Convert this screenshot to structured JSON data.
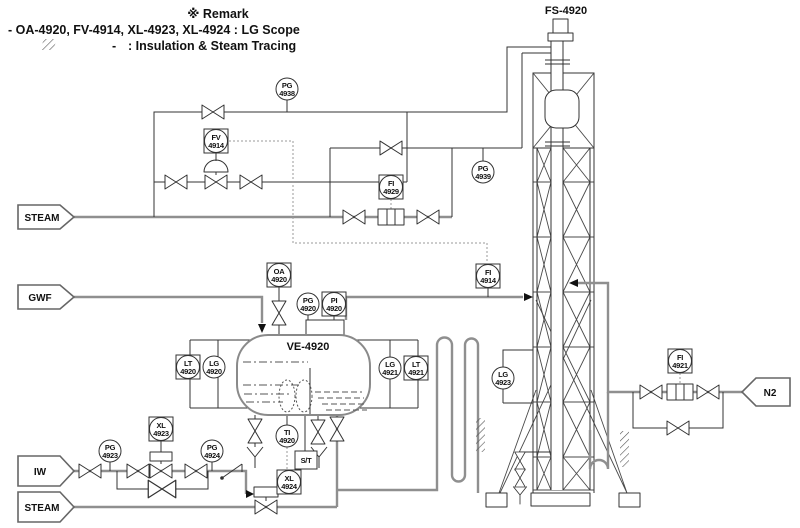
{
  "remark": {
    "title": "※ Remark",
    "line1": "- OA-4920, FV-4914, XL-4923, XL-4924 : LG Scope",
    "dash": "-",
    "line2": ": Insulation & Steam Tracing"
  },
  "equipment": {
    "flare": "FS-4920",
    "vessel": "VE-4920"
  },
  "streams": {
    "steam_top": "STEAM",
    "gwf": "GWF",
    "iw": "IW",
    "steam_bottom": "STEAM",
    "n2": "N2"
  },
  "instruments": {
    "pg4938": {
      "l1": "PG",
      "l2": "4938",
      "style": "circle"
    },
    "fv4914": {
      "l1": "FV",
      "l2": "4914",
      "style": "square"
    },
    "fi4929": {
      "l1": "FI",
      "l2": "4929",
      "style": "square"
    },
    "pg4939": {
      "l1": "PG",
      "l2": "4939",
      "style": "circle"
    },
    "fi4914": {
      "l1": "FI",
      "l2": "4914",
      "style": "square"
    },
    "oa4920": {
      "l1": "OA",
      "l2": "4920",
      "style": "square"
    },
    "pg4920": {
      "l1": "PG",
      "l2": "4920",
      "style": "circle"
    },
    "pi4920": {
      "l1": "PI",
      "l2": "4920",
      "style": "square"
    },
    "lt4920": {
      "l1": "LT",
      "l2": "4920",
      "style": "square"
    },
    "lg4920": {
      "l1": "LG",
      "l2": "4920",
      "style": "circle"
    },
    "lg4921": {
      "l1": "LG",
      "l2": "4921",
      "style": "circle"
    },
    "lt4921": {
      "l1": "LT",
      "l2": "4921",
      "style": "square"
    },
    "lg4923": {
      "l1": "LG",
      "l2": "4923",
      "style": "circle"
    },
    "fi4921": {
      "l1": "FI",
      "l2": "4921",
      "style": "square"
    },
    "pg4923": {
      "l1": "PG",
      "l2": "4923",
      "style": "circle"
    },
    "xl4923": {
      "l1": "XL",
      "l2": "4923",
      "style": "square"
    },
    "pg4924": {
      "l1": "PG",
      "l2": "4924",
      "style": "circle"
    },
    "ti4920": {
      "l1": "TI",
      "l2": "4920",
      "style": "circle"
    },
    "xl4924": {
      "l1": "XL",
      "l2": "4924",
      "style": "square"
    },
    "st": {
      "l1": "S/T",
      "style": "box"
    }
  },
  "colors": {
    "process_line": "#8f8f8f",
    "symbol_line": "#333333",
    "background": "#ffffff"
  }
}
